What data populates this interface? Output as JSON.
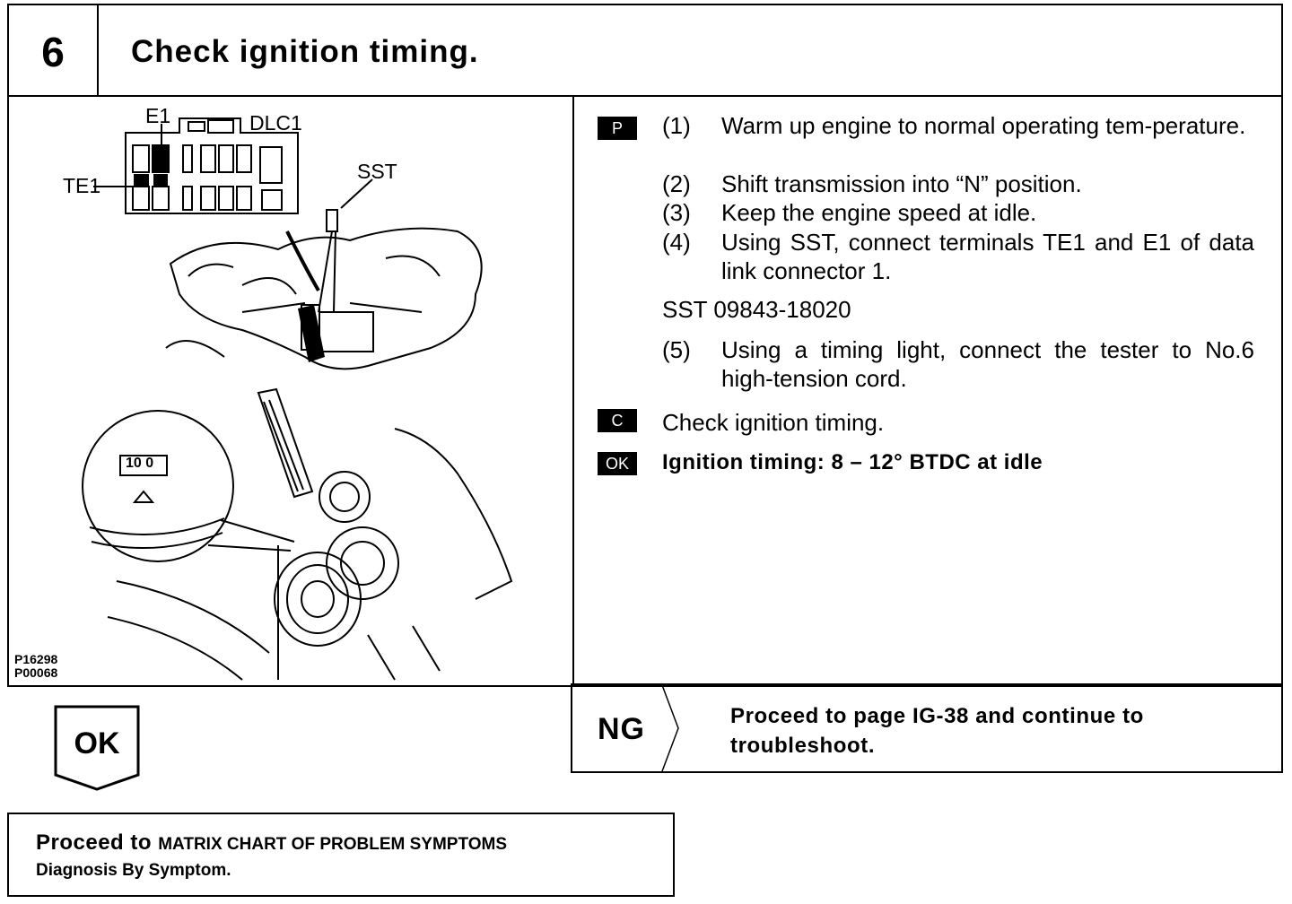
{
  "header": {
    "step_number": "6",
    "title": "Check ignition timing."
  },
  "figure": {
    "labels": {
      "e1": "E1",
      "dlc1": "DLC1",
      "te1": "TE1",
      "sst": "SST"
    },
    "dial_numbers": "10 0",
    "codes": [
      "P16298",
      "P00068"
    ]
  },
  "instructions": {
    "prep_badge": "P",
    "steps": [
      {
        "num": "(1)",
        "text": "Warm up engine to normal operating tem-perature."
      },
      {
        "num": "(2)",
        "text": "Shift transmission into “N” position."
      },
      {
        "num": "(3)",
        "text": "Keep the engine speed at idle."
      },
      {
        "num": "(4)",
        "text": "Using SST, connect terminals TE1 and E1 of data link connector 1."
      }
    ],
    "sst": "SST 09843-18020",
    "step5": {
      "num": "(5)",
      "text": "Using a timing light, connect the tester to No.6 high-tension cord."
    },
    "check_badge": "C",
    "check_text": "Check ignition timing.",
    "ok_badge": "OK",
    "ok_spec": "Ignition timing:   8 – 12° BTDC at idle"
  },
  "ng": {
    "label": "NG",
    "text": "Proceed to page IG-38 and continue to troubleshoot."
  },
  "ok_result": {
    "label": "OK"
  },
  "proceed": {
    "prefix": "Proceed to",
    "target": "MATRIX CHART OF PROBLEM SYMPTOMS",
    "line2": "Diagnosis By Symptom."
  }
}
